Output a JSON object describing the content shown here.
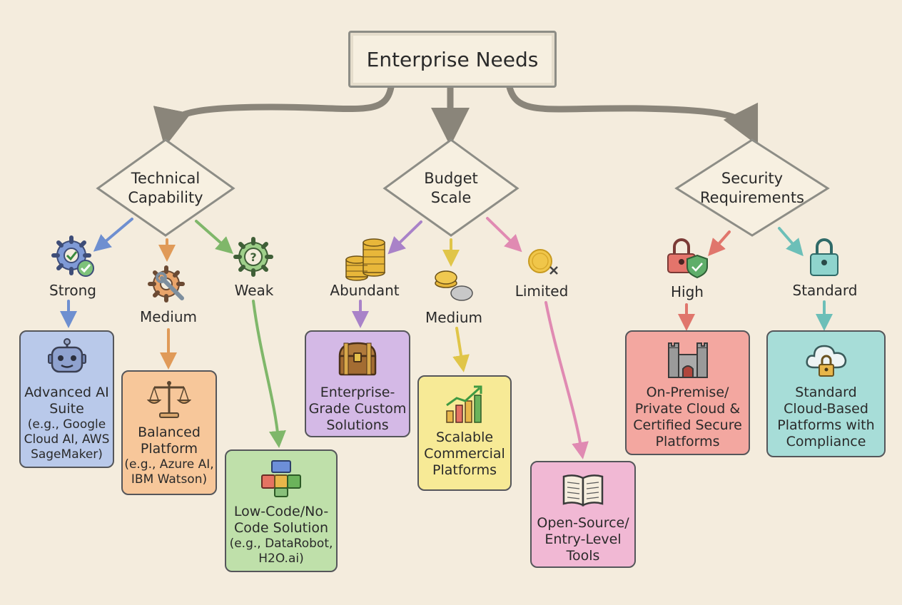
{
  "root": {
    "label": "Enterprise Needs"
  },
  "decisions": {
    "technical": {
      "line1": "Technical",
      "line2": "Capability"
    },
    "budget": {
      "line1": "Budget",
      "line2": "Scale"
    },
    "security": {
      "line1": "Security",
      "line2": "Requirements"
    }
  },
  "branches": {
    "strong": "Strong",
    "medium_tech": "Medium",
    "weak": "Weak",
    "abundant": "Abundant",
    "medium_budget": "Medium",
    "limited": "Limited",
    "high": "High",
    "standard": "Standard"
  },
  "outcomes": {
    "advanced": {
      "title1": "Advanced AI",
      "title2": "Suite",
      "sub1": "(e.g., Google",
      "sub2": "Cloud AI, AWS",
      "sub3": "SageMaker)",
      "color": "#b9c9ea"
    },
    "balanced": {
      "title1": "Balanced",
      "title2": "Platform",
      "sub1": "(e.g., Azure AI,",
      "sub2": "IBM Watson)",
      "color": "#f7c79a"
    },
    "lowcode": {
      "title1": "Low-Code/No-",
      "title2": "Code Solution",
      "sub1": "(e.g., DataRobot,",
      "sub2": "H2O.ai)",
      "color": "#bfe0aa"
    },
    "enterprise": {
      "line1": "Enterprise-",
      "line2": "Grade Custom",
      "line3": "Solutions",
      "color": "#d4b9e6"
    },
    "scalable": {
      "line1": "Scalable",
      "line2": "Commercial",
      "line3": "Platforms",
      "color": "#f7ea96"
    },
    "opensource": {
      "line1": "Open-Source/",
      "line2": "Entry-Level",
      "line3": "Tools",
      "color": "#f1b8d4"
    },
    "onpremise": {
      "line1": "On-Premise/",
      "line2": "Private Cloud &",
      "line3": "Certified Secure",
      "line4": "Platforms",
      "color": "#f3a7a0"
    },
    "cloudstd": {
      "line1": "Standard",
      "line2": "Cloud-Based",
      "line3": "Platforms with",
      "line4": "Compliance",
      "color": "#a7ddd8"
    }
  },
  "icons": [
    "robot-icon",
    "scales-icon",
    "lego-blocks-icon",
    "treasure-chest-icon",
    "growth-chart-icon",
    "open-book-icon",
    "castle-icon",
    "cloud-lock-icon",
    "gear-check-icon",
    "gear-wrench-icon",
    "gear-question-icon",
    "coin-stack-icon",
    "coins-icon",
    "coin-x-icon",
    "padlock-shield-icon",
    "padlock-icon"
  ]
}
